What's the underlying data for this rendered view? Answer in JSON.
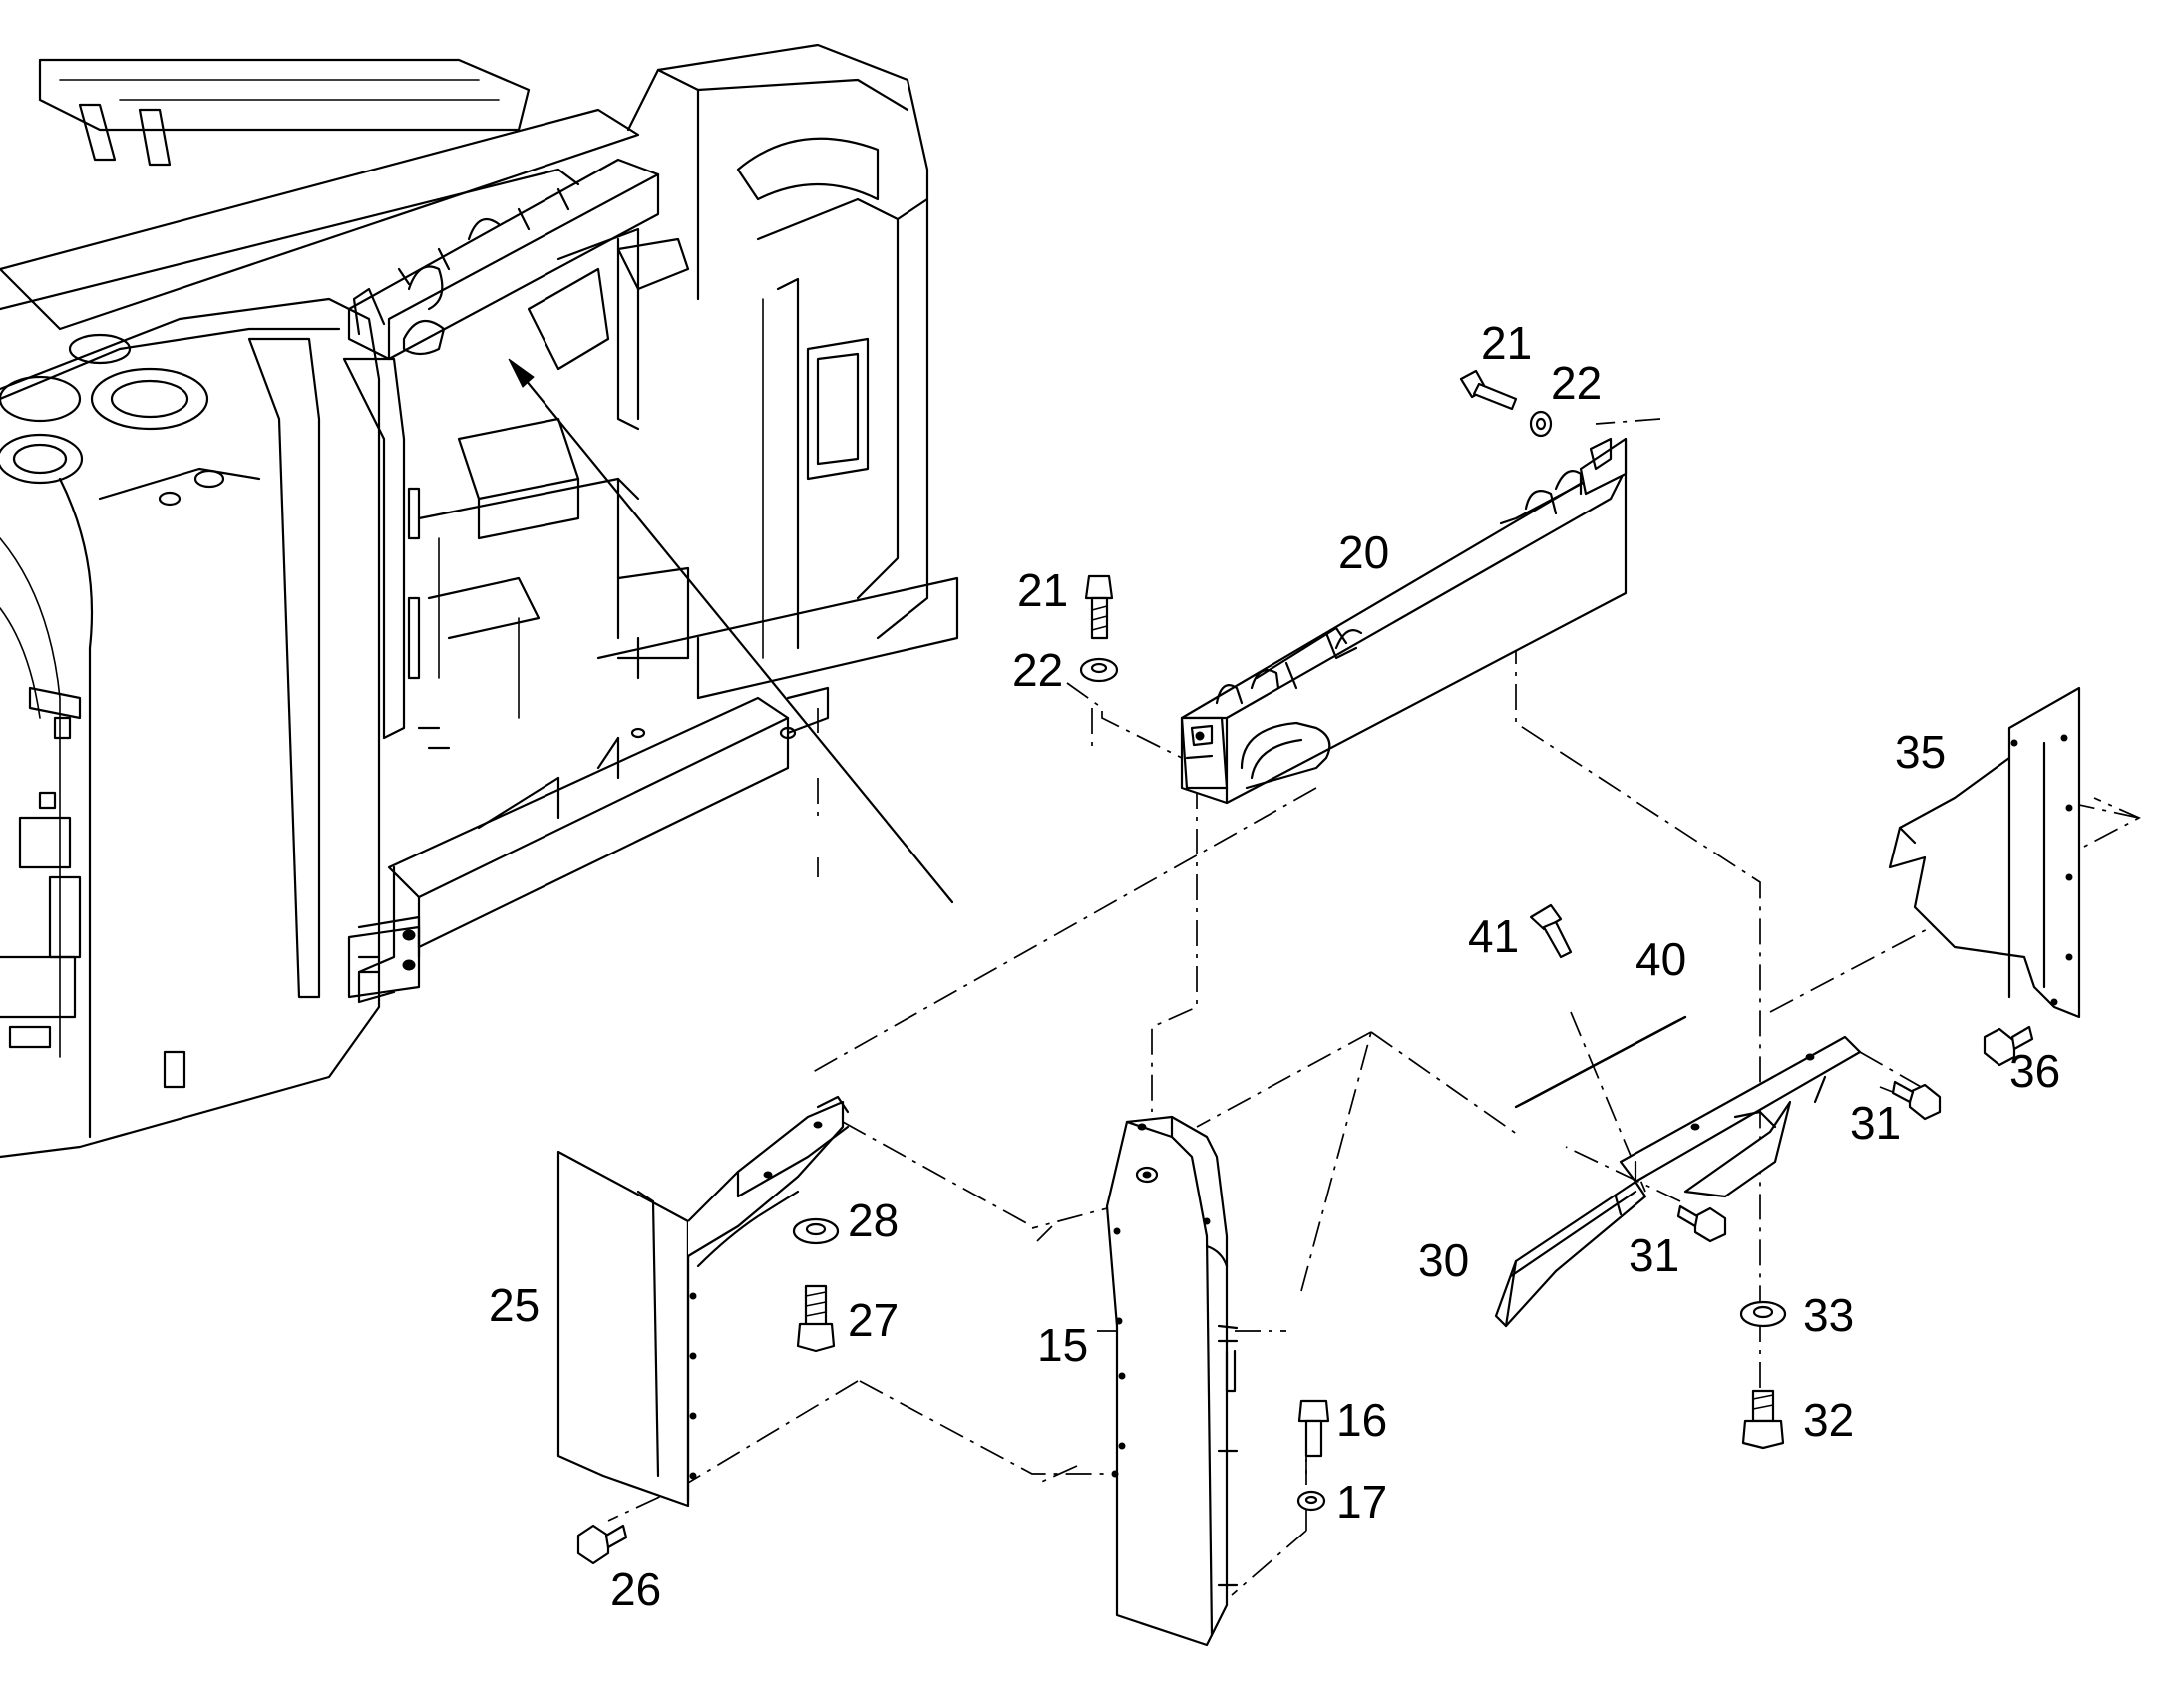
{
  "callouts": [
    {
      "id": "c-21a",
      "text": "21"
    },
    {
      "id": "c-22a",
      "text": "22"
    },
    {
      "id": "c-20",
      "text": "20"
    },
    {
      "id": "c-21b",
      "text": "21"
    },
    {
      "id": "c-22b",
      "text": "22"
    },
    {
      "id": "c-35",
      "text": "35"
    },
    {
      "id": "c-41",
      "text": "41"
    },
    {
      "id": "c-40",
      "text": "40"
    },
    {
      "id": "c-36",
      "text": "36"
    },
    {
      "id": "c-31a",
      "text": "31"
    },
    {
      "id": "c-28",
      "text": "28"
    },
    {
      "id": "c-27",
      "text": "27"
    },
    {
      "id": "c-25",
      "text": "25"
    },
    {
      "id": "c-15",
      "text": "15"
    },
    {
      "id": "c-30",
      "text": "30"
    },
    {
      "id": "c-31b",
      "text": "31"
    },
    {
      "id": "c-33",
      "text": "33"
    },
    {
      "id": "c-16",
      "text": "16"
    },
    {
      "id": "c-17",
      "text": "17"
    },
    {
      "id": "c-32",
      "text": "32"
    },
    {
      "id": "c-26",
      "text": "26"
    }
  ]
}
